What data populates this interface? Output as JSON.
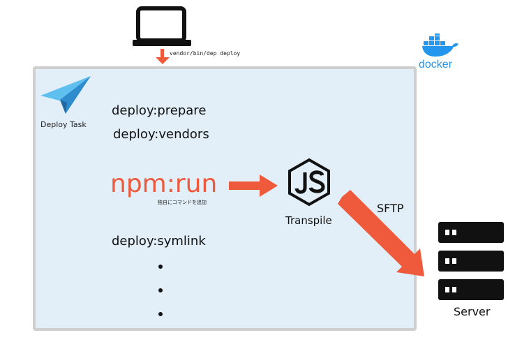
{
  "command": "vendor/bin/dep deploy",
  "brand": "docker",
  "deploy_task_label": "Deploy Task",
  "tasks": {
    "prepare": "deploy:prepare",
    "vendors": "deploy:vendors",
    "npm": "npm:run",
    "npm_note": "独自にコマンドを追加",
    "symlink": "deploy:symlink"
  },
  "transpile_label": "Transpile",
  "sftp_label": "SFTP",
  "server_label": "Server",
  "icons": [
    "laptop-icon",
    "docker-icon",
    "paper-plane-icon",
    "nodejs-icon",
    "server-icon"
  ],
  "colors": {
    "accent": "#ef5a3d",
    "panel_bg": "#e2eff8",
    "docker_blue": "#2496ed",
    "plane_blue": "#2ea0e0"
  }
}
